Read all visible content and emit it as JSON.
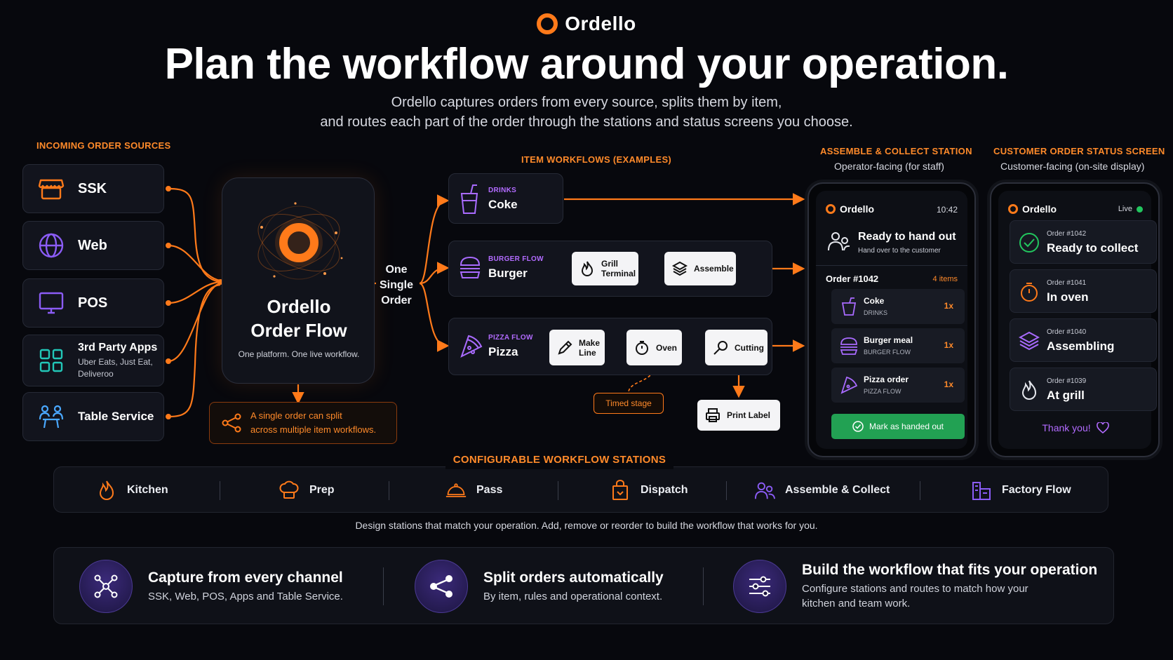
{
  "brand": {
    "name": "Ordello"
  },
  "headline": "Plan the workflow around your operation.",
  "subline": {
    "line1": "Ordello captures orders from every source, splits them by item,",
    "line2": "and routes each part of the order through the stations and status screens you choose."
  },
  "sources": {
    "label": "INCOMING ORDER SOURCES",
    "items": [
      {
        "label": "SSK",
        "icon": "kiosk-icon"
      },
      {
        "label": "Web",
        "icon": "globe-icon"
      },
      {
        "label": "POS",
        "icon": "monitor-icon"
      },
      {
        "label": "3rd Party Apps",
        "detail": "Uber Eats, Just Eat, Deliveroo",
        "icon": "apps-grid-icon"
      },
      {
        "label": "Table Service",
        "icon": "people-table-icon"
      }
    ]
  },
  "flow": {
    "title_line1": "Ordello",
    "title_line2": "Order Flow",
    "tagline": "One platform. One live workflow.",
    "split_note_line1": "A single order can split",
    "split_note_line2": "across multiple item workflows.",
    "one_single_order": {
      "l1": "One",
      "l2": "Single",
      "l3": "Order"
    }
  },
  "workflows": {
    "label": "ITEM WORKFLOWS (EXAMPLES)",
    "drinks": {
      "kind": "DRINKS",
      "item": "Coke"
    },
    "burger": {
      "kind": "BURGER FLOW",
      "item": "Burger",
      "steps": [
        {
          "l1": "Grill",
          "l2": "Terminal"
        },
        {
          "l1": "Assemble"
        }
      ]
    },
    "pizza": {
      "kind": "PIZZA FLOW",
      "item": "Pizza",
      "steps": [
        {
          "l1": "Make",
          "l2": "Line"
        },
        {
          "l1": "Oven"
        },
        {
          "l1": "Cutting"
        }
      ],
      "timed": "Timed stage",
      "print": "Print Label"
    }
  },
  "assemble": {
    "label": "ASSEMBLE & COLLECT STATION",
    "sub": "Operator-facing (for staff)",
    "brand": "Ordello",
    "time": "10:42",
    "ready_title": "Ready to hand out",
    "ready_sub": "Hand over to the customer",
    "order": "Order #1042",
    "count": "4 items",
    "lines": [
      {
        "name": "Coke",
        "flow": "DRINKS",
        "qty": "1x"
      },
      {
        "name": "Burger meal",
        "flow": "BURGER FLOW",
        "qty": "1x"
      },
      {
        "name": "Pizza order",
        "flow": "PIZZA FLOW",
        "qty": "1x"
      }
    ],
    "button": "Mark as handed out"
  },
  "customer": {
    "label": "CUSTOMER ORDER STATUS SCREEN",
    "sub": "Customer-facing (on-site display)",
    "brand": "Ordello",
    "live": "Live",
    "cards": [
      {
        "order": "Order #1042",
        "status": "Ready to collect"
      },
      {
        "order": "Order #1041",
        "status": "In oven"
      },
      {
        "order": "Order #1040",
        "status": "Assembling"
      },
      {
        "order": "Order #1039",
        "status": "At grill"
      }
    ],
    "thanks": "Thank you!"
  },
  "stations": {
    "title": "CONFIGURABLE WORKFLOW STATIONS",
    "items": [
      {
        "label": "Kitchen",
        "icon": "flame-icon"
      },
      {
        "label": "Prep",
        "icon": "chef-hat-icon"
      },
      {
        "label": "Pass",
        "icon": "cloche-icon"
      },
      {
        "label": "Dispatch",
        "icon": "bag-icon"
      },
      {
        "label": "Assemble & Collect",
        "icon": "people-icon"
      },
      {
        "label": "Factory Flow",
        "icon": "factory-icon"
      }
    ],
    "note": "Design stations that match your operation. Add, remove or reorder to build the workflow that works for you."
  },
  "benefits": [
    {
      "title": "Capture from every channel",
      "desc": "SSK, Web, POS, Apps and Table Service."
    },
    {
      "title": "Split orders automatically",
      "desc": "By item, rules and operational context."
    },
    {
      "title": "Build the workflow that fits your operation",
      "desc1": "Configure stations and routes to match how your",
      "desc2": "kitchen and team work."
    }
  ],
  "colors": {
    "accent": "#ff7a1a",
    "purple": "#8b5cf6",
    "green": "#22a153",
    "bg": "#07080d"
  }
}
